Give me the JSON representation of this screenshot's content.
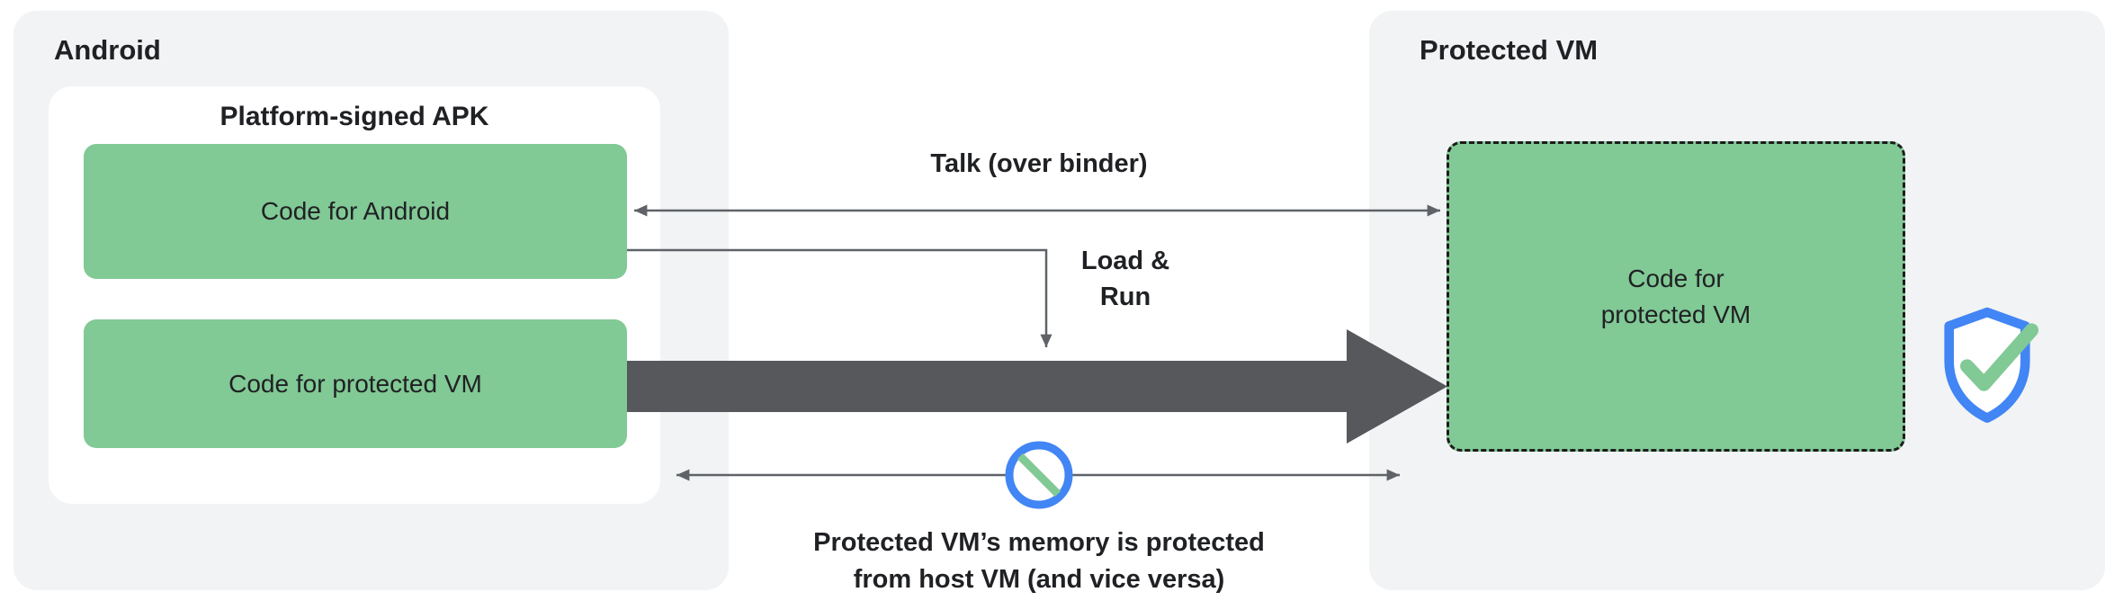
{
  "android": {
    "title": "Android",
    "apk_title": "Platform-signed APK",
    "code_for_android": "Code for Android",
    "code_for_protected_vm": "Code for protected VM"
  },
  "protected_vm": {
    "title": "Protected VM",
    "code_line1": "Code for",
    "code_line2": "protected VM"
  },
  "labels": {
    "talk": "Talk (over binder)",
    "load_line1": "Load &",
    "load_line2": "Run",
    "memory_line1": "Protected VM’s memory is protected",
    "memory_line2": "from host VM (and vice versa)"
  },
  "icons": {
    "shield_check": "shield-check-icon",
    "no_entry": "no-entry-icon"
  },
  "colors": {
    "panel_bg": "#f1f3f4",
    "box_green": "#81c995",
    "thick_arrow_gray": "#56585b",
    "thin_arrow_gray": "#5f6368",
    "icon_blue": "#4285f4",
    "text_dark": "#202124"
  }
}
